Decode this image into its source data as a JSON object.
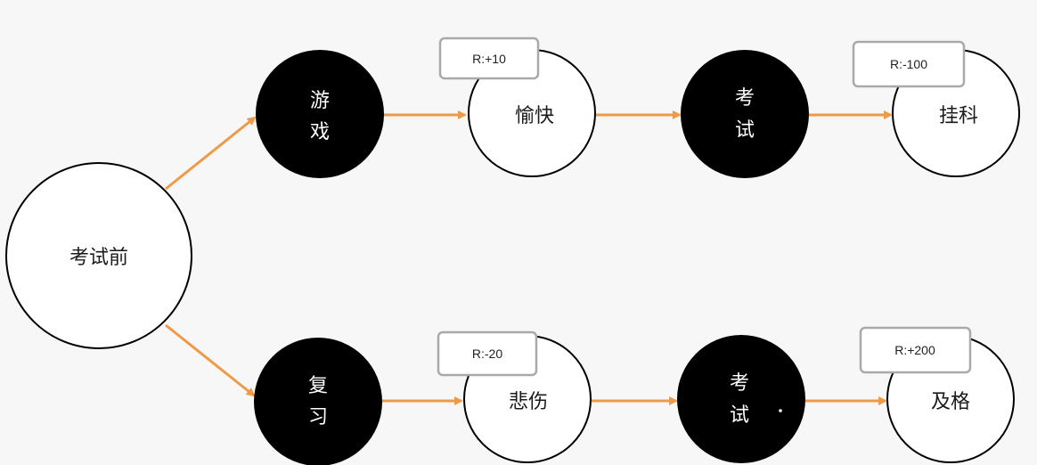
{
  "colors": {
    "arrow": "#ee9a48",
    "dark_node": "#000000",
    "light_node": "#ffffff",
    "badge_border": "#a9a9a9",
    "background": "#f7f7f7"
  },
  "nodes": {
    "start": {
      "label": "考试前"
    },
    "play": {
      "label": [
        "游",
        "戏"
      ]
    },
    "happy": {
      "label": "愉快"
    },
    "exam_top": {
      "label": [
        "考",
        "试"
      ]
    },
    "fail": {
      "label": "挂科"
    },
    "review": {
      "label": [
        "复",
        "习"
      ]
    },
    "sad": {
      "label": "悲伤"
    },
    "exam_bottom": {
      "label": [
        "考",
        "试"
      ]
    },
    "pass": {
      "label": "及格"
    }
  },
  "rewards": {
    "happy": "R:+10",
    "fail": "R:-100",
    "sad": "R:-20",
    "pass": "R:+200"
  }
}
